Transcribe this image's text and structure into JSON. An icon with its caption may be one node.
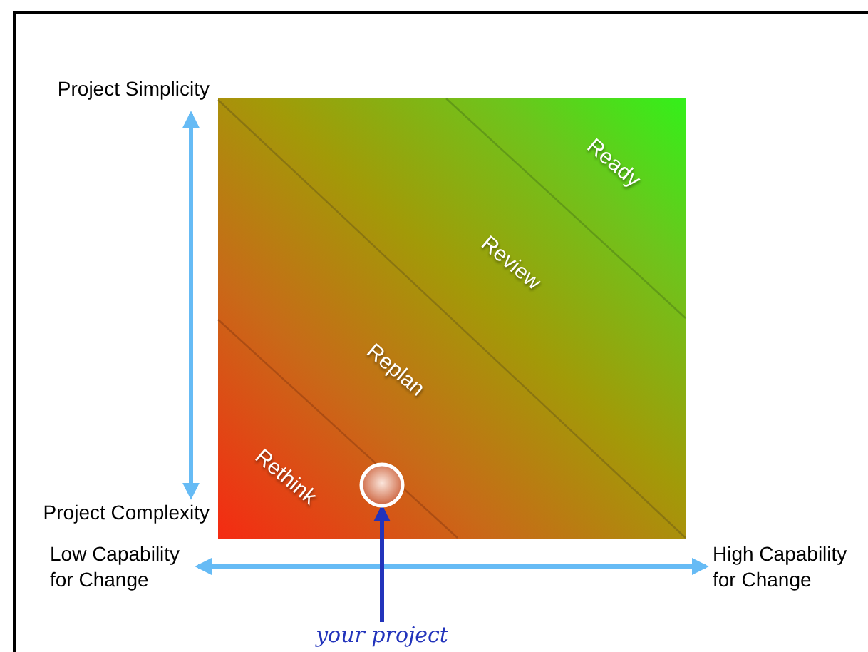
{
  "diagram": {
    "nodes": [
      {
        "text": [
          "your project"
        ]
      },
      {
        "text": [],
        "shape": "circle"
      }
    ],
    "edges": [
      {
        "from": 0,
        "to": 1,
        "arrow": "to",
        "color": "#2233bb"
      }
    ],
    "labels": [
      "Project Simplicity",
      "Ready",
      "Review",
      "Replan",
      "Rethink",
      "Project Complexity",
      "Low Capability for Change",
      "High Capability for Change"
    ]
  }
}
